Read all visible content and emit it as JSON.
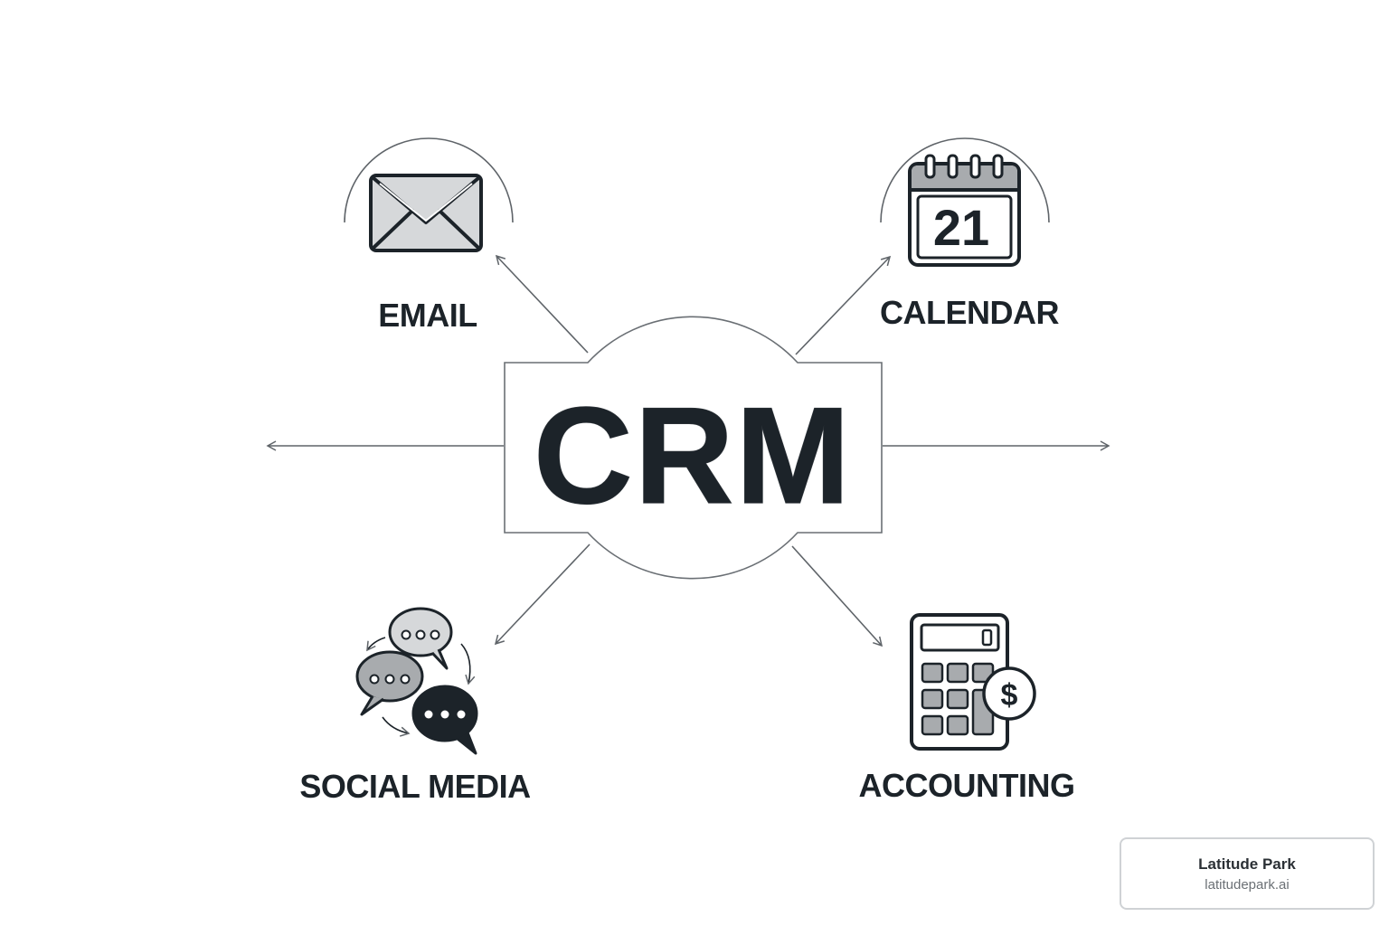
{
  "center": {
    "label": "CRM"
  },
  "nodes": {
    "email": {
      "label": "EMAIL",
      "icon": "envelope-icon"
    },
    "calendar": {
      "label": "CALENDAR",
      "icon": "calendar-icon",
      "day_number": "21"
    },
    "social_media": {
      "label": "SOCIAL MEDIA",
      "icon": "chat-bubbles-icon"
    },
    "accounting": {
      "label": "ACCOUNTING",
      "icon": "calculator-icon",
      "currency_symbol": "$"
    }
  },
  "branding": {
    "name": "Latitude Park",
    "url": "latitudepark.ai"
  },
  "colors": {
    "ink": "#1c2329",
    "line": "#5f6469",
    "mid_gray": "#a8abae",
    "light_gray": "#d6d8da"
  }
}
